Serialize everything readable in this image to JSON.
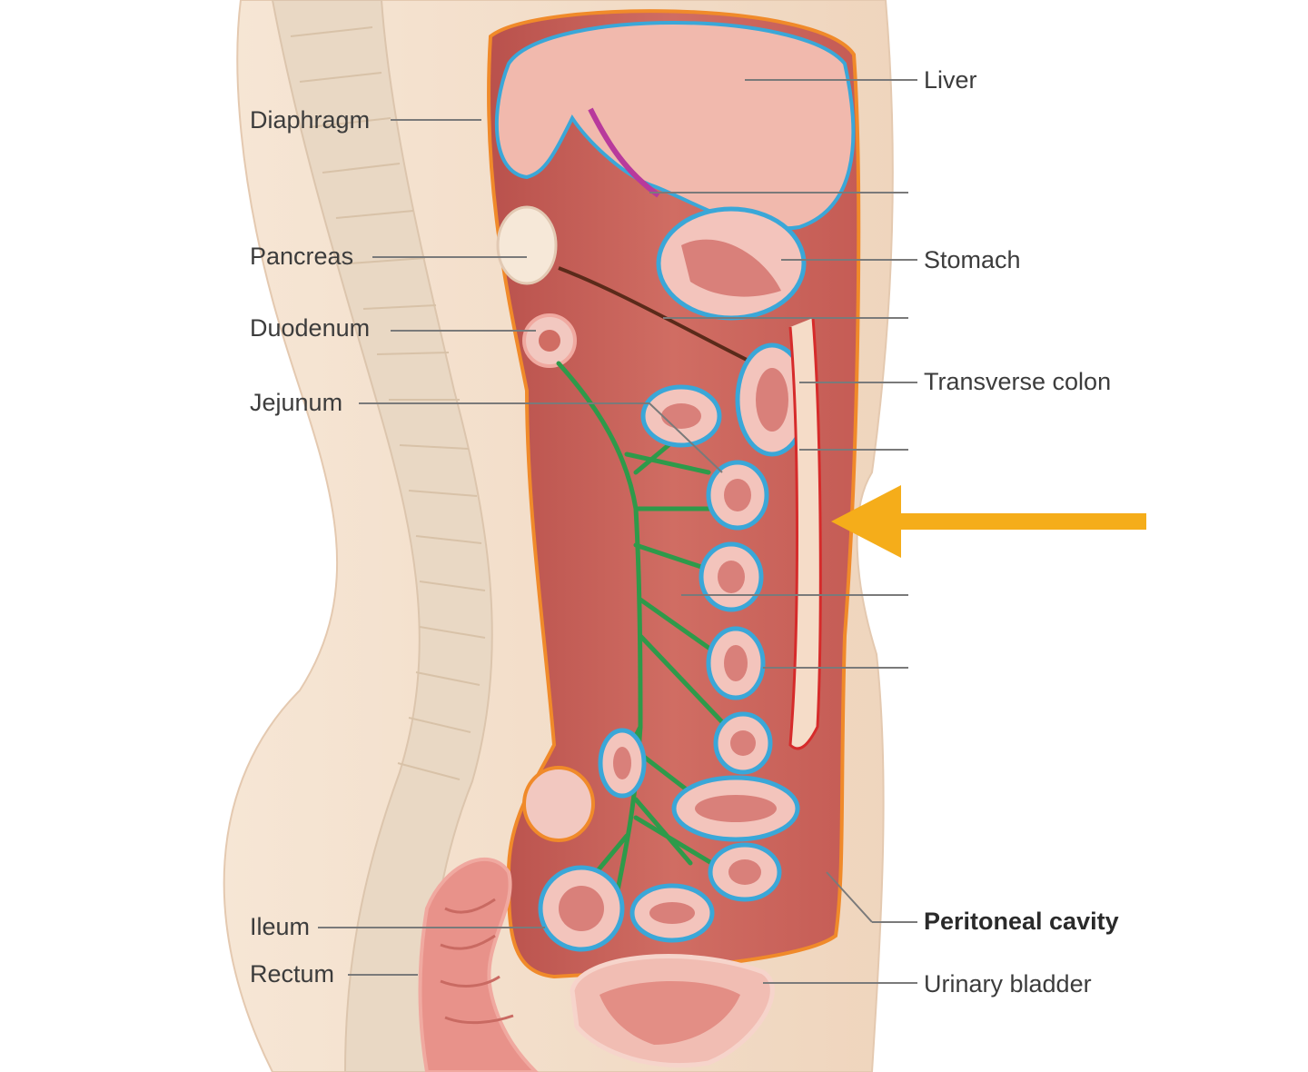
{
  "labels": {
    "left": {
      "diaphragm": "Diaphragm",
      "pancreas": "Pancreas",
      "duodenum": "Duodenum",
      "jejunum": "Jejunum",
      "ileum": "Ileum",
      "rectum": "Rectum"
    },
    "right": {
      "liver": "Liver",
      "stomach": "Stomach",
      "transverse_colon": "Transverse colon",
      "peritoneal_cavity": "Peritoneal cavity",
      "urinary_bladder": "Urinary bladder"
    }
  },
  "colors": {
    "skin": "#f2ddc8",
    "spine": "#e6d3bd",
    "cavity": "#c9605a",
    "organ": "#ecaaa0",
    "liver": "#f0b6aa",
    "visceral_peritoneum": "#3aa7d8",
    "parietal_peritoneum": "#f08a2a",
    "mesentery": "#2e9a4a",
    "arrow": "#f5ad1a",
    "leader_line": "#7a7a7a"
  }
}
